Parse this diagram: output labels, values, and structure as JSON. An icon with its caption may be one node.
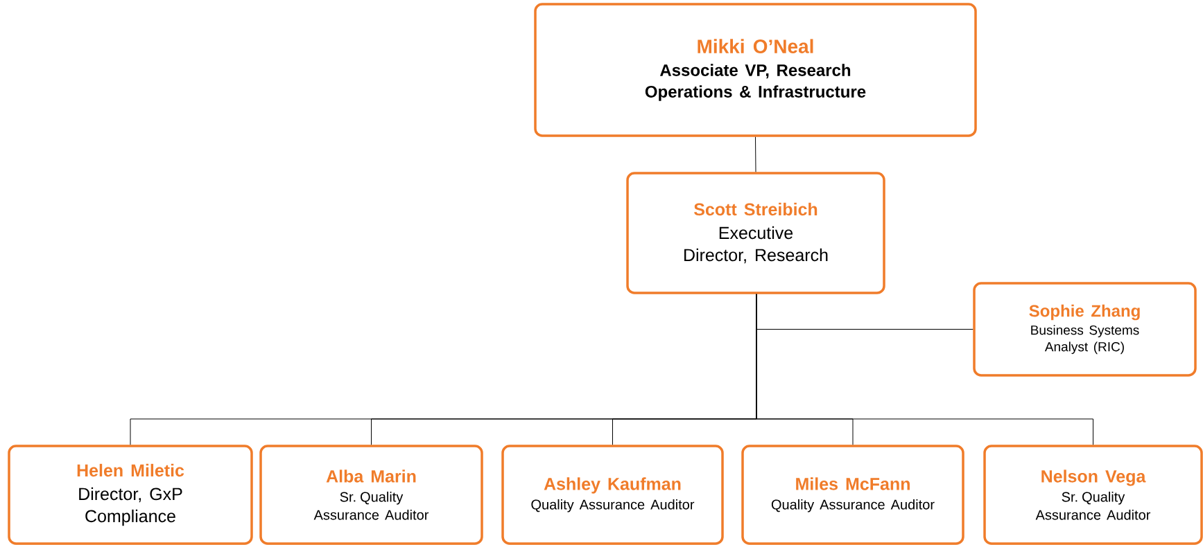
{
  "diagram": {
    "nodes": [
      {
        "text": [
          "Mikki O’Neal",
          "Associate VP, Research Operations & Infrastructure"
        ]
      },
      {
        "text": [
          "Scott Streibich",
          "Executive Director, Research"
        ]
      },
      {
        "text": [
          "Sophie Zhang",
          "Business Systems Analyst (RIC)"
        ]
      },
      {
        "text": [
          "Helen Miletic",
          "Director, GxP Compliance"
        ]
      },
      {
        "text": [
          "Alba Marin",
          "Sr. Quality Assurance Auditor"
        ]
      },
      {
        "text": [
          "Ashley Kaufman",
          "Quality Assurance Auditor"
        ]
      },
      {
        "text": [
          "Miles McFann",
          "Quality Assurance Auditor"
        ]
      },
      {
        "text": [
          "Nelson Vega",
          "Sr. Quality Assurance Auditor"
        ]
      }
    ],
    "edges": [
      {
        "from": 0,
        "to": 1,
        "arrow": "none"
      },
      {
        "from": 1,
        "to": 2,
        "arrow": "none"
      },
      {
        "from": 1,
        "to": 3,
        "arrow": "none"
      },
      {
        "from": 1,
        "to": 4,
        "arrow": "none"
      },
      {
        "from": 1,
        "to": 5,
        "arrow": "none"
      },
      {
        "from": 1,
        "to": 6,
        "arrow": "none"
      },
      {
        "from": 1,
        "to": 7,
        "arrow": "none"
      }
    ]
  }
}
